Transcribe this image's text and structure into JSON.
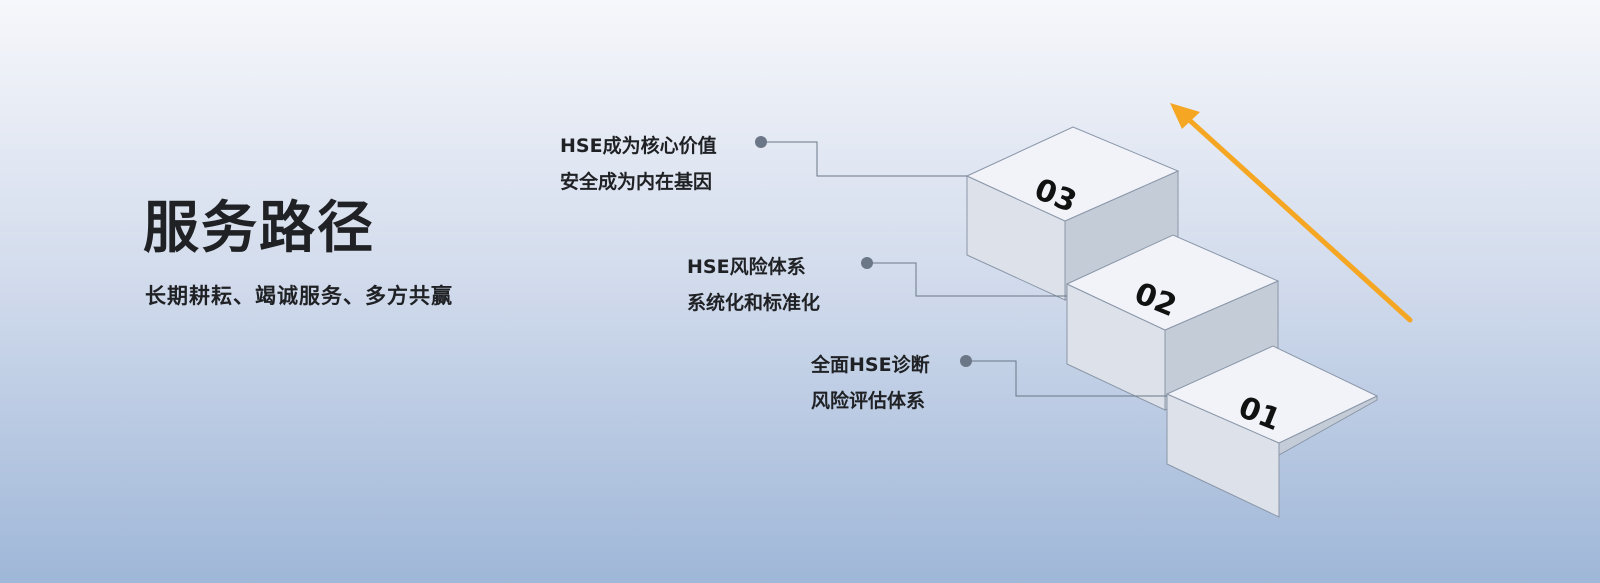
{
  "header": {
    "title": "服务路径",
    "subtitle": "长期耕耘、竭诚服务、多方共赢"
  },
  "steps": [
    {
      "number": "01",
      "line1": "全面HSE诊断",
      "line2": "风险评估体系"
    },
    {
      "number": "02",
      "line1": "HSE风险体系",
      "line2": "系统化和标准化"
    },
    {
      "number": "03",
      "line1": "HSE成为核心价值",
      "line2": "安全成为内在基因"
    }
  ],
  "colors": {
    "arrow": "#f5a623",
    "connector": "#6b7787",
    "dot": "#6b7787",
    "step_top": "#f1f3f9",
    "step_left": "#dde2ea",
    "step_front": "#c4ccd8",
    "step_stroke": "#8a96a8"
  },
  "icons": {
    "growth": "arrow-up-right-icon"
  }
}
